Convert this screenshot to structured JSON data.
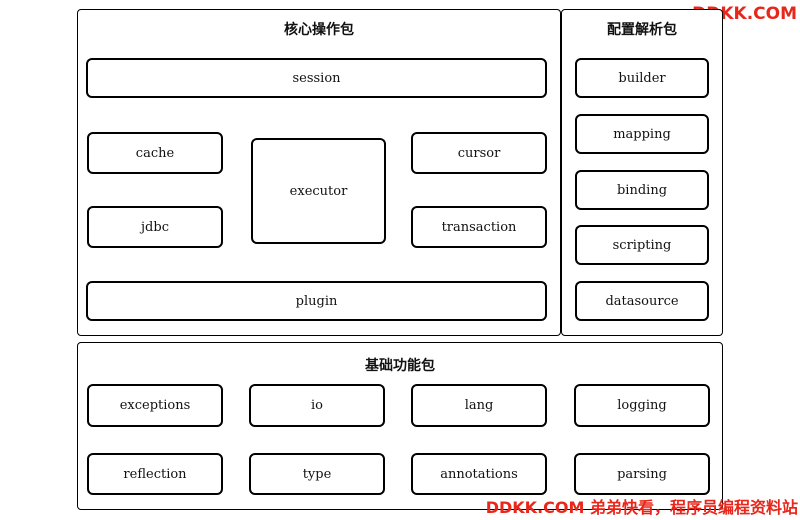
{
  "watermark": {
    "top": "DDKK.COM",
    "bottom": "DDKK.COM 弟弟快看，程序员编程资料站"
  },
  "core": {
    "title": "核心操作包",
    "modules": {
      "session": "session",
      "cache": "cache",
      "executor": "executor",
      "cursor": "cursor",
      "jdbc": "jdbc",
      "transaction": "transaction",
      "plugin": "plugin"
    }
  },
  "config": {
    "title": "配置解析包",
    "modules": [
      "builder",
      "mapping",
      "binding",
      "scripting",
      "datasource"
    ]
  },
  "base": {
    "title": "基础功能包",
    "modules": [
      "exceptions",
      "io",
      "lang",
      "logging",
      "reflection",
      "type",
      "annotations",
      "parsing"
    ]
  }
}
